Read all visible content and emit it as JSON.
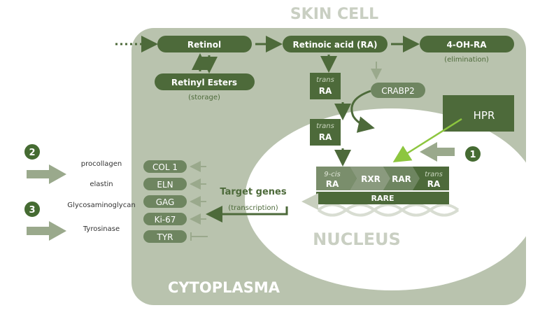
{
  "title": "SKIN CELL",
  "cytoplasm_label": "CYTOPLASMA",
  "nucleus_label": "NUCLEUS",
  "metabolism": {
    "retinol": "Retinol",
    "retinoic_acid": "Retinoic acid (RA)",
    "oh_ra": "4-OH-RA",
    "elimination": "(elimination)",
    "retinyl_esters": "Retinyl Esters",
    "storage": "(storage)"
  },
  "trans_ra_top": {
    "prefix": "trans",
    "label": "RA"
  },
  "crabp2": "CRABP2",
  "trans_ra_mid": {
    "prefix": "trans",
    "label": "RA"
  },
  "hpr": "HPR",
  "receptor": {
    "cis_prefix": "9-cis",
    "cis_label": "RA",
    "rxr": "RXR",
    "rar": "RAR",
    "trans_prefix": "trans",
    "trans_label": "RA",
    "rare": "RARE"
  },
  "target_genes": {
    "label": "Target genes",
    "sub": "(transcription)"
  },
  "genes": [
    "COL 1",
    "ELN",
    "GAG",
    "Ki-67",
    "TYR"
  ],
  "external_labels": [
    "procollagen",
    "elastin",
    "Glycosaminoglycan",
    "Tyrosinase"
  ],
  "markers": {
    "m1": "1",
    "m2": "2",
    "m3": "3"
  },
  "colors": {
    "cell": "#b9c3ae",
    "dark_green": "#4d6a3a",
    "nucleus": "#ffffff",
    "bright_arrow": "#8dc63f",
    "marker": "#456b32"
  }
}
